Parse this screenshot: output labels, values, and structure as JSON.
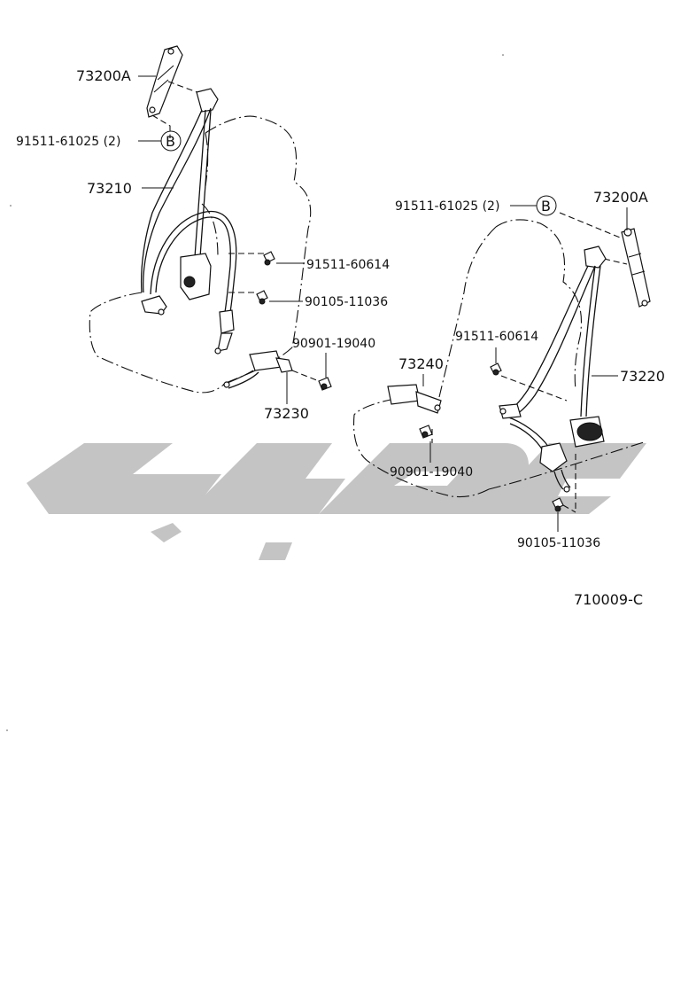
{
  "diagram": {
    "figure_code": "710009-C",
    "left_assembly": {
      "anchor_label": "73200A",
      "bolt_b_label": "91511-61025 (2)",
      "b_marker": "B",
      "belt_label": "73210",
      "bolt_upper_label": "91511-60614",
      "bolt_lower_label": "90105-11036",
      "bolt_buckle_label": "90901-19040",
      "buckle_label": "73230"
    },
    "right_assembly": {
      "bolt_b_label": "91511-61025 (2)",
      "b_marker": "B",
      "anchor_label": "73200A",
      "bolt_upper_label": "91511-60614",
      "belt_label": "73220",
      "buckle_label": "73240",
      "bolt_buckle_label": "90901-19040",
      "bolt_lower_label": "90105-11036"
    }
  },
  "watermark": {
    "description_color": "#c4c4c4"
  }
}
